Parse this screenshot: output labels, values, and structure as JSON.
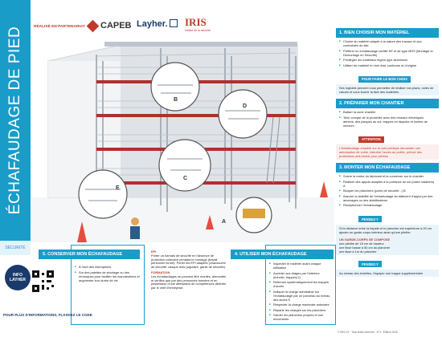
{
  "vertical_title": "ÉCHAFAUDAGE DE PIED",
  "vertical_section": "SÉCURITÉ",
  "header": {
    "partner_label": "RÉALISÉ EN PARTENARIAT",
    "logos": [
      "CAPEB",
      "Layher.",
      "IRIS"
    ],
    "iris_sub": "Institut de la sécurité"
  },
  "callouts": [
    "A",
    "B",
    "C",
    "D",
    "E"
  ],
  "step1": {
    "title": "1. BIEN CHOISIR MON MATÉRIEL",
    "items": [
      "Choisir du matériel adapté à la nature des travaux et aux contraintes du site",
      "Préférer un échafaudage certifié NF et de type MDS (Montage et Démontage en Sécurité)",
      "Privilégier les matériaux légers type aluminium",
      "Utiliser du matériel en bon état, conforme et d'origine"
    ],
    "sub_title": "POUR FAIRE LE BON CHOIX",
    "sub_text": "Ses logiciels peuvent vous permettre de réaliser vos plans, notes de calculs et vous fournir la liste des matériels."
  },
  "step2": {
    "title": "2. PRÉPARER MON CHANTIER",
    "items": [
      "Baliser la zone chantier",
      "Tenir compte de la proximité avec des réseaux électriques aériens, des plaques au sol, trappes en façades et sorties de secours"
    ],
    "attention_title": "ATTENTION",
    "attention_text": "L'échafaudage empiète sur la voie publique demander une autorisation de voirie, interdire l'accès au public, prévoir des protections anti-heurts pour piétons"
  },
  "step3": {
    "title": "3. MONTER MON ÉCHAFAUDAGE",
    "items": [
      "Suivre la notice du fabricant et la conserver sur le chantier",
      "Réaliser des appuis adaptés à la portance du sol (cales madriers) A",
      "Bloquer les planchers (ponts de sécurité...) B",
      "Assurer la stabilité de l'échafaudage au bâtiment d'appui par des amarrages ou des stabilisateurs",
      "Réceptionner l'échafaudage"
    ],
    "pensez_title": "PENSEZ-Y",
    "pensez_text": "Si la distance entre la façade et le plancher est supérieure à 20 cm ajouter un garde-corps intérieur ainsi qu'une plinthe",
    "gc_title": "UN GARDE-CORPS SE COMPOSE",
    "gc_items": [
      "une plinthe de 15 cm de hauteur",
      "une lisse basse à 50 cm du plancher",
      "une lisse à 1m du plancher"
    ],
    "pensez2_title": "PENSEZ-Y",
    "pensez2_text": "Au niveau des échelles, l'équiper une trappe supplémentaire"
  },
  "step5": {
    "title": "5. CONSERVER MON ÉCHAFAUDAGE",
    "items": [
      "À l'abri des intempéries",
      "Sur des palettes de stockage ou des remorques pour faciliter les manutentions et augmenter leur durée de vie"
    ]
  },
  "info": {
    "epi_title": "EPI",
    "epi_text": "Porter un harnais de sécurité en l'absence de protection collective pendant le montage (travail personnel formé). Porter les EPI adaptés (chaussures de sécurité, casque avec jugulaire, gants de sécurité).",
    "form_title": "FORMATION",
    "form_text": "Les échafaudages ne peuvent être montés, démontés et vérifiés que par des personnes formées et en possession d'une attestation de compétences délivrée par le chef d'entreprise."
  },
  "step4": {
    "title": "4. UTILISER MON ÉCHAFAUDAGE",
    "items": [
      "Inspecter le matériel avant chaque utilisation",
      "Accéder aux étages par l'intérieur (échelle, trappes) D",
      "Refermer systématiquement les trappes d'accès",
      "Indiquer la charge admissible sur l'échafaudage par un panneau au niveau des accès E",
      "Respecter la charge maximale autorisée",
      "Répartir les charges sur les planchers",
      "Garder les planchers propres et non encombrés"
    ]
  },
  "badge": "INFO LAYHER",
  "footer_qr": "POUR PLUS D'INFORMATIONS, FLASHEZ LE CODE",
  "footer_ref": "© IRIS-ST · Tous droits réservés · N°1 · Édition 2018",
  "colors": {
    "accent": "#1a9cc9",
    "danger": "#c0392b",
    "navy": "#1a3a6b"
  }
}
